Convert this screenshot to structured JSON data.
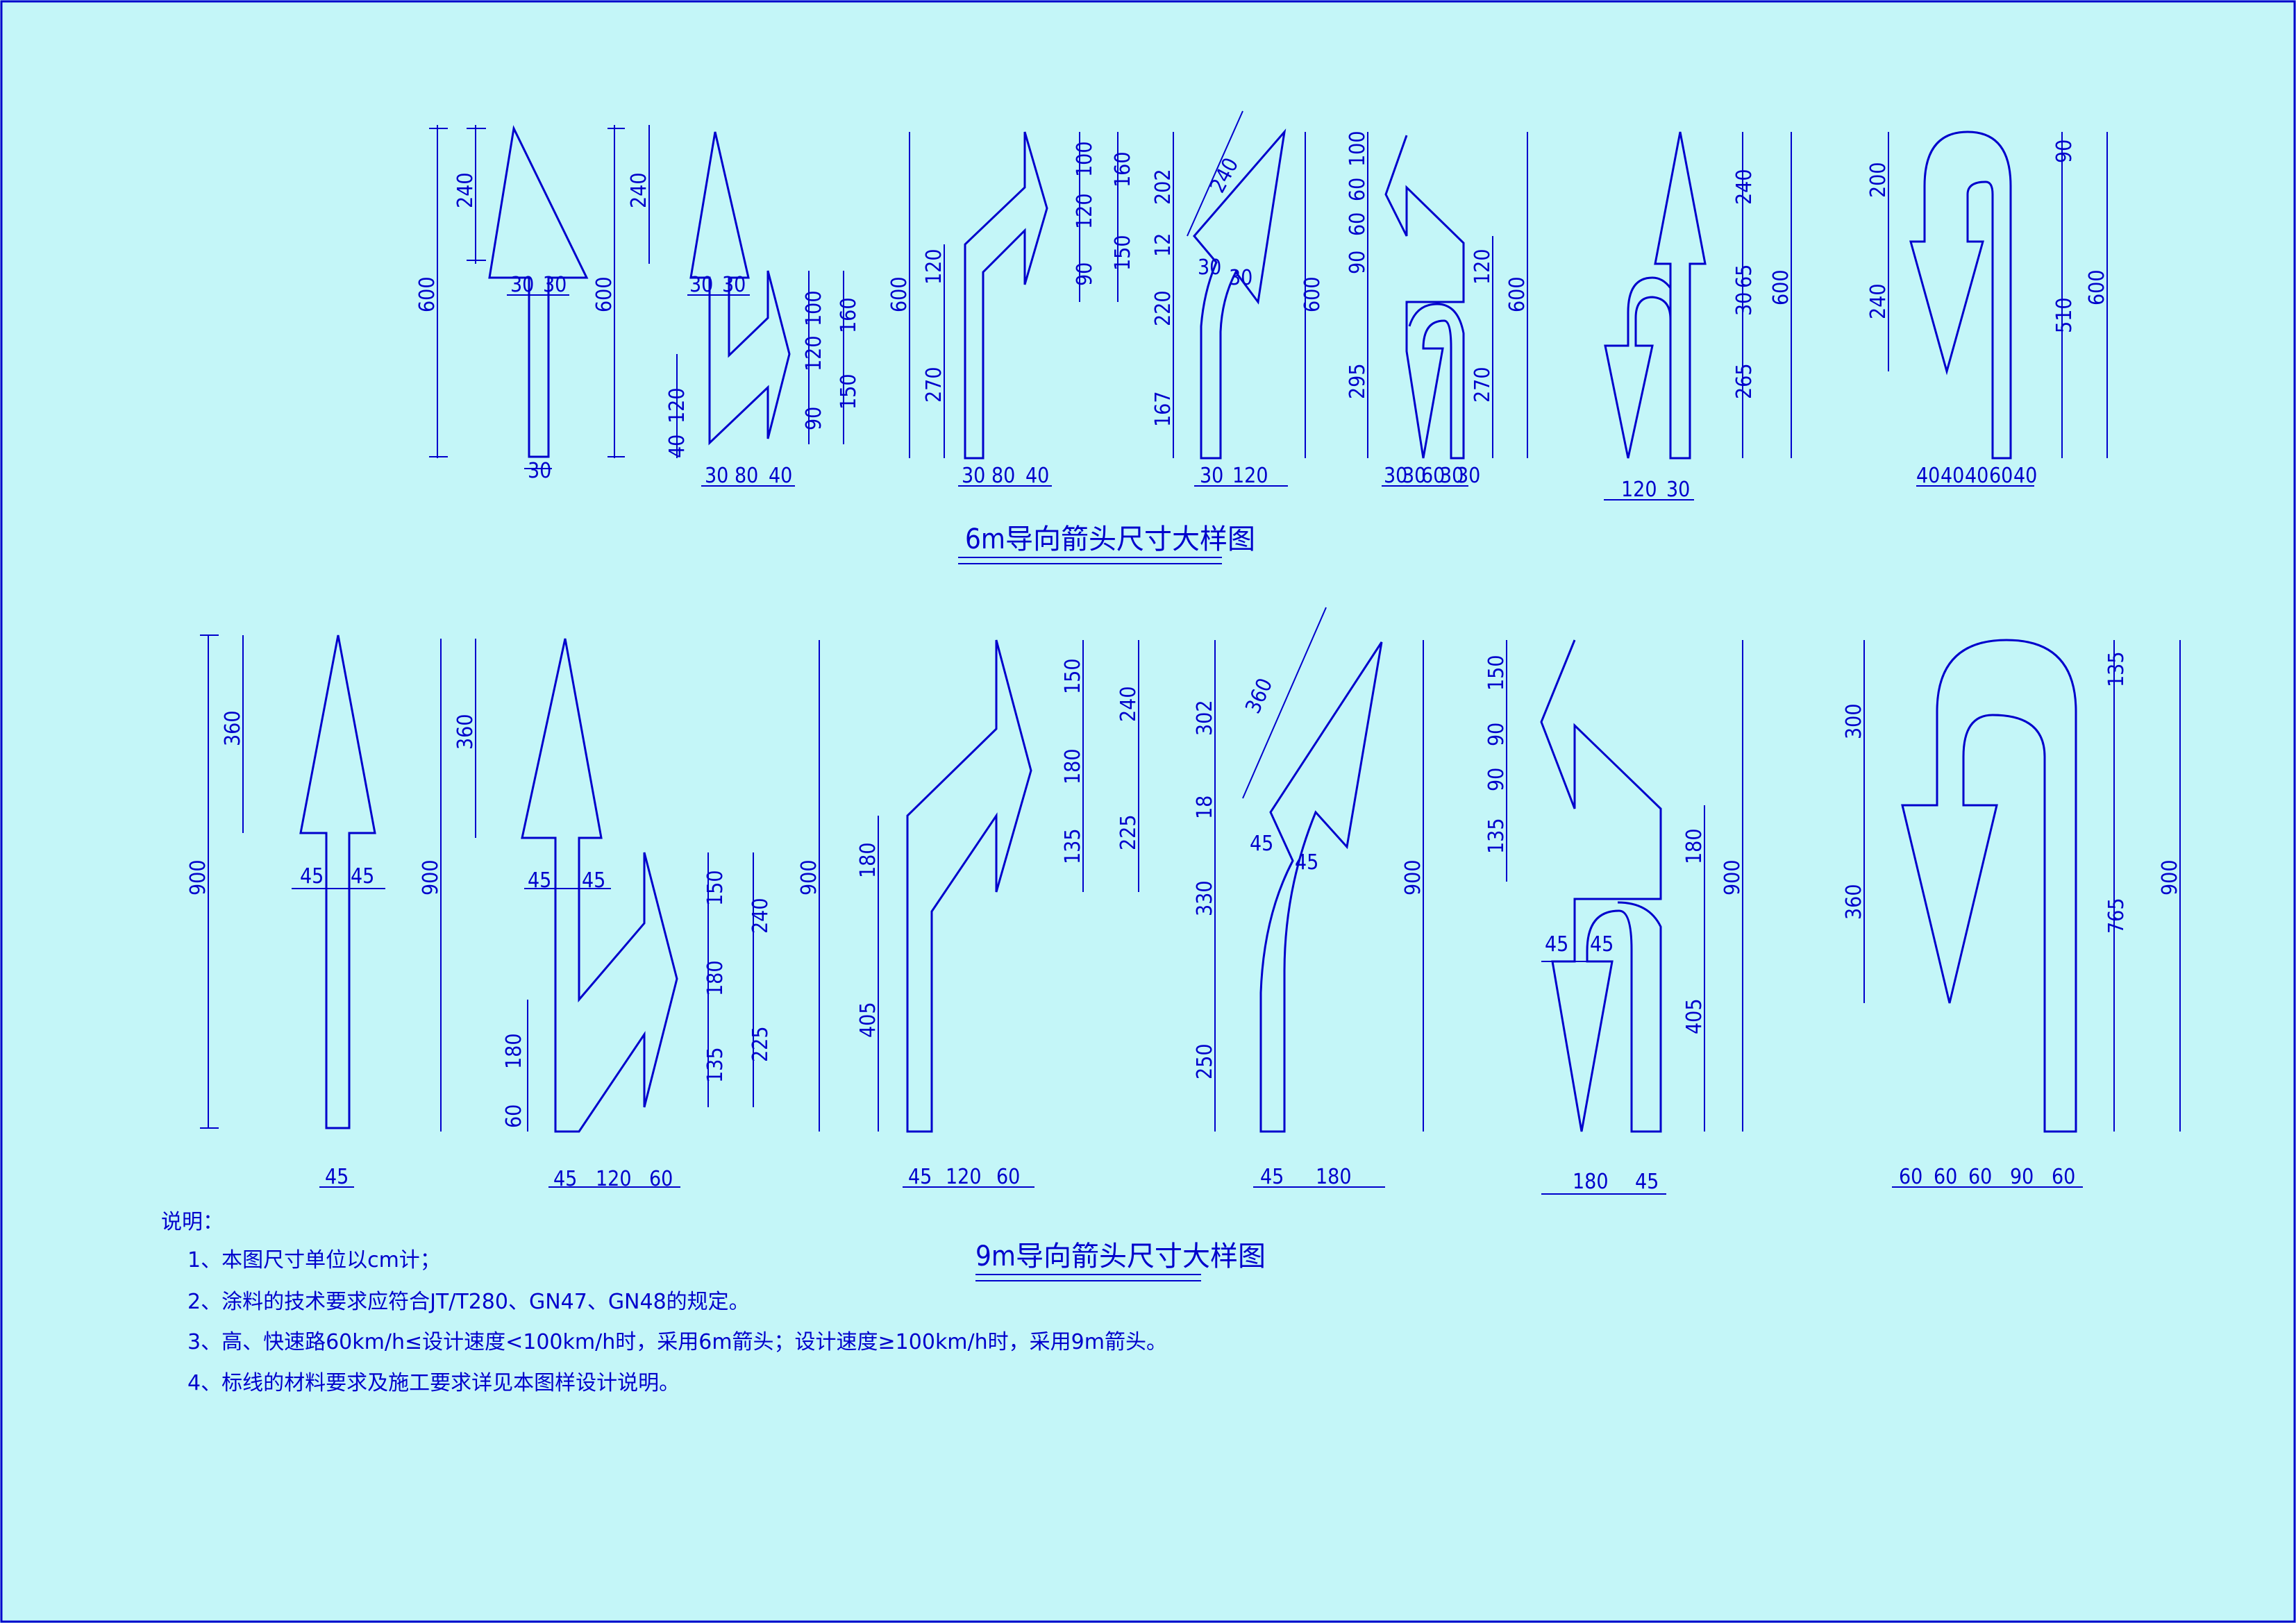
{
  "titles": {
    "six_m": "6m导向箭头尺寸大样图",
    "nine_m": "9m导向箭头尺寸大样图"
  },
  "notes": {
    "heading": "说明：",
    "items": [
      "1、本图尺寸单位以cm计；",
      "2、涂料的技术要求应符合JT/T280、GN47、GN48的规定。",
      "3、高、快速路60km/h≤设计速度<100km/h时，采用6m箭头；设计速度≥100km/h时，采用9m箭头。",
      "4、标线的材料要求及施工要求详见本图样设计说明。"
    ]
  },
  "six_m": [
    {
      "vertical": [
        "600",
        "240"
      ],
      "horizontal": [
        "30",
        "30",
        "30"
      ]
    },
    {
      "vertical": [
        "600",
        "240",
        "120",
        "40",
        "100",
        "120",
        "90",
        "160",
        "150"
      ],
      "horizontal": [
        "30",
        "30",
        "30",
        "80",
        "40"
      ]
    },
    {
      "vertical": [
        "600",
        "120",
        "270",
        "100",
        "120",
        "90",
        "160",
        "150"
      ],
      "horizontal": [
        "30",
        "80",
        "40"
      ]
    },
    {
      "vertical": [
        "600",
        "202",
        "12",
        "220",
        "167",
        "240"
      ],
      "horizontal": [
        "30",
        "30",
        "30",
        "120"
      ]
    },
    {
      "vertical": [
        "600",
        "100",
        "60",
        "60",
        "90",
        "295",
        "120",
        "270"
      ],
      "horizontal": [
        "30",
        "30",
        "60",
        "30",
        "30"
      ]
    },
    {
      "vertical": [
        "600",
        "240",
        "30",
        "65",
        "265"
      ],
      "horizontal": [
        "120",
        "30"
      ]
    },
    {
      "vertical": [
        "600",
        "200",
        "240",
        "90",
        "510"
      ],
      "horizontal": [
        "40",
        "40",
        "40",
        "60",
        "40"
      ]
    }
  ],
  "nine_m": [
    {
      "vertical": [
        "900",
        "360"
      ],
      "horizontal": [
        "45",
        "45",
        "45"
      ]
    },
    {
      "vertical": [
        "900",
        "360",
        "180",
        "60",
        "150",
        "180",
        "135",
        "240",
        "225"
      ],
      "horizontal": [
        "45",
        "45",
        "45",
        "120",
        "60"
      ]
    },
    {
      "vertical": [
        "900",
        "180",
        "405",
        "150",
        "180",
        "135",
        "240",
        "225"
      ],
      "horizontal": [
        "45",
        "120",
        "60"
      ]
    },
    {
      "vertical": [
        "900",
        "302",
        "18",
        "330",
        "250",
        "360"
      ],
      "horizontal": [
        "45",
        "45",
        "45",
        "180"
      ]
    },
    {
      "vertical": [
        "900",
        "150",
        "90",
        "90",
        "135",
        "180",
        "405"
      ],
      "horizontal": [
        "45",
        "45",
        "180",
        "45"
      ]
    },
    {
      "vertical": [
        "900",
        "300",
        "360",
        "135",
        "765"
      ],
      "horizontal": [
        "60",
        "60",
        "60",
        "90",
        "60"
      ]
    }
  ],
  "colors": {
    "background": "#c4f6f8",
    "line": "#0000cc"
  }
}
